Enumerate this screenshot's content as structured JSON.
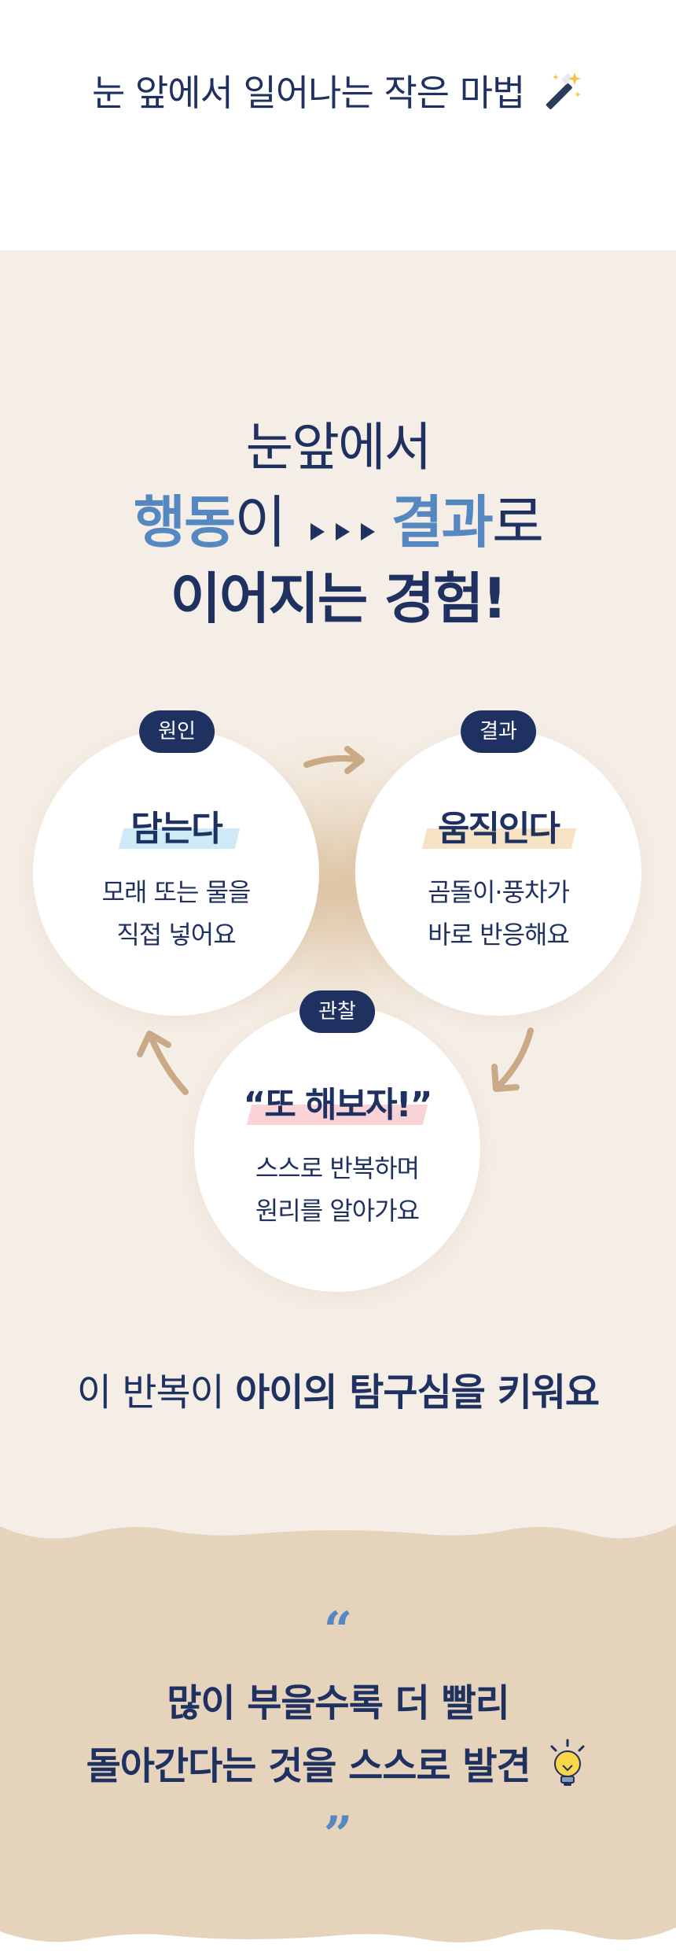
{
  "header": {
    "title": "눈 앞에서 일어나는 작은 마법",
    "title_icon": "magic-wand-icon"
  },
  "headline": {
    "line1": "눈앞에서",
    "line2_a": "행동",
    "line2_b": "이",
    "line2_c": "결과",
    "line2_d": "로",
    "line3": "이어지는 경험!"
  },
  "cycle": [
    {
      "badge": "원인",
      "title": "담는다",
      "desc1": "모래 또는 물을",
      "desc2": "직접 넣어요",
      "highlight": "#cdeaf6"
    },
    {
      "badge": "결과",
      "title": "움직인다",
      "desc1": "곰돌이·풍차가",
      "desc2": "바로 반응해요",
      "highlight": "#f5e3c3"
    },
    {
      "badge": "관찰",
      "title": "“또 해보자!”",
      "desc1": "스스로 반복하며",
      "desc2": "원리를 알아가요",
      "highlight": "#f9d3d6"
    }
  ],
  "summary": {
    "prefix": "이 반복이 ",
    "bold": "아이의 탐구심을 키워요"
  },
  "quote": {
    "open": "“",
    "line1": "많이 부을수록 더 빨리",
    "line2": "돌아간다는 것을 스스로 발견",
    "line2_icon": "lightbulb-icon",
    "close": "”"
  },
  "colors": {
    "navy": "#1f3160",
    "accent_blue": "#5588c0",
    "beige_bg": "#f5eee6",
    "tan_bg": "#e5d3bb",
    "arrow_tan": "#c9a986"
  }
}
